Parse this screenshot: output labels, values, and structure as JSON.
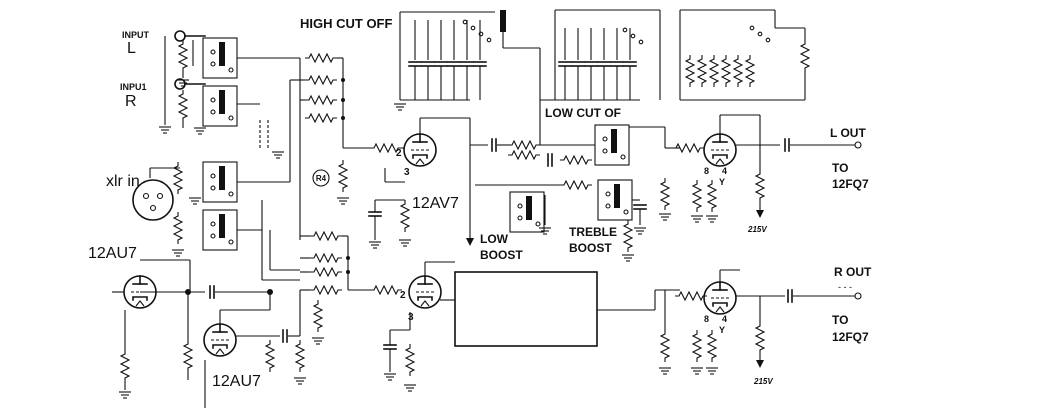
{
  "labels": {
    "input_text": "INPUT",
    "input_l_channel": "L",
    "input_r_text": "INPU1",
    "input_r_channel": "R",
    "high_cut_off": "HIGH CUT OFF",
    "low_cut_off": "LOW CUT OF",
    "l_out": "L OUT",
    "r_out": "R OUT",
    "to_l_line1": "TO",
    "to_l_line2": "12FQ7",
    "to_r_line1": "TO",
    "to_r_line2": "12FQ7",
    "xlr_in": "xlr in",
    "tube_12au7_left": "12AU7",
    "tube_12au7_bottom": "12AU7",
    "tube_12av7": "12AV7",
    "low_boost_line1": "LOW",
    "low_boost_line2": "BOOST",
    "treble_boost_line1": "TREBLE",
    "treble_boost_line2": "BOOST",
    "r4": "R4",
    "v215_top": "215V",
    "v215_bottom": "215V",
    "r_out_dashes": "- - -",
    "pin_labels": {
      "p2_top": "2",
      "p3_top": "3",
      "p2_bot": "2",
      "p3_bot": "3",
      "p8_top": "8",
      "p4_top": "4",
      "y_top": "Y",
      "p8_bot": "8",
      "p4_bot": "4",
      "y_bot": "Y"
    }
  }
}
